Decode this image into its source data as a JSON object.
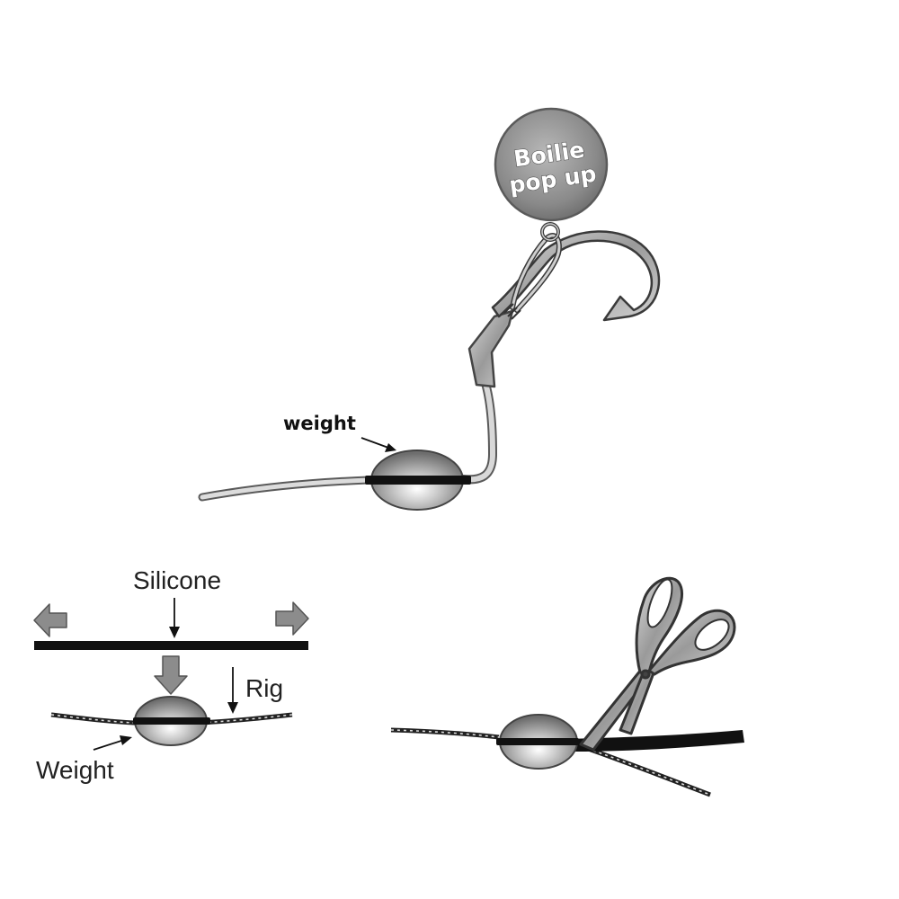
{
  "labels": {
    "boilie_line1": "Boilie",
    "boilie_line2": "pop up",
    "weight_top": "weight",
    "silicone": "Silicone",
    "rig": "Rig",
    "weight_bottom": "Weight"
  },
  "colors": {
    "line_dark": "#111111",
    "weight_gray": "#888888",
    "boilie_gray": "#8a8a8a",
    "hook_silver": "#9a9a9a",
    "arrow_gray": "#8c8c8c"
  }
}
